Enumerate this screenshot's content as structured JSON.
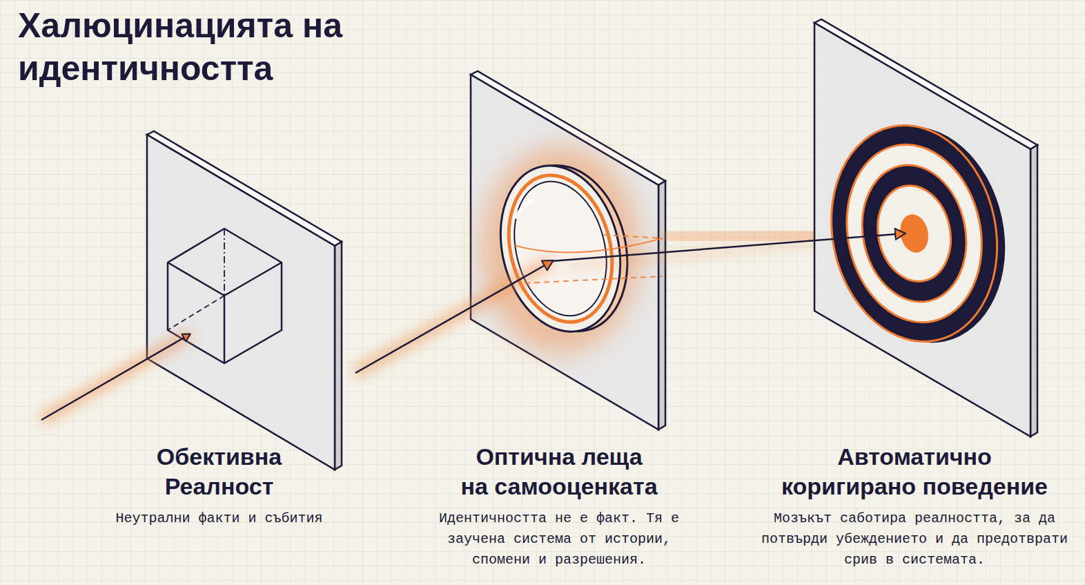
{
  "diagram": {
    "title": "Халюцинацията на идентичността",
    "nodes": [
      {
        "text": [
          "Обективна Реалност",
          "Неутрални факти и събития"
        ]
      },
      {
        "text": [
          "Оптична леща на самооценката",
          "Идентичността не е факт. Тя е заучена система от истории, спомени и разрешения."
        ]
      },
      {
        "text": [
          "Автоматично коригирано поведение",
          "Мозъкът саботира реалността, за да потвърди убеждението и да предотврати срив в системата."
        ]
      }
    ],
    "edges": [
      {
        "from": 0,
        "to": 1,
        "arrow": "to"
      },
      {
        "from": 1,
        "to": 2,
        "arrow": "to"
      }
    ]
  }
}
